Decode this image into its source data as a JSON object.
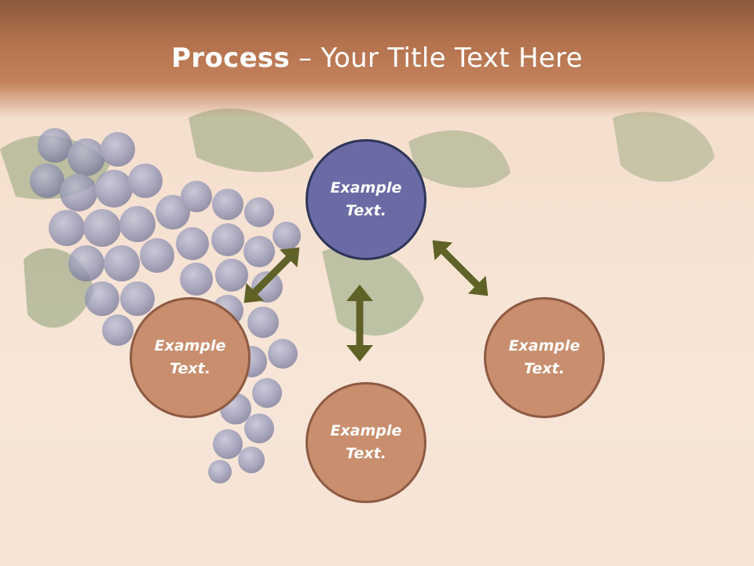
{
  "title": {
    "bold": "Process",
    "rest": " – Your Title Text Here"
  },
  "nodes": {
    "center": {
      "line1": "Example",
      "line2": "Text."
    },
    "left": {
      "line1": "Example",
      "line2": "Text."
    },
    "right": {
      "line1": "Example",
      "line2": "Text."
    },
    "bottom": {
      "line1": "Example",
      "line2": "Text."
    }
  },
  "colors": {
    "header": "#b3714d",
    "center_fill": "#6a6aa5",
    "center_border": "#2e3558",
    "node_fill": "#c88e6d",
    "node_border": "#8e5a43",
    "arrow": "#5f6127"
  }
}
